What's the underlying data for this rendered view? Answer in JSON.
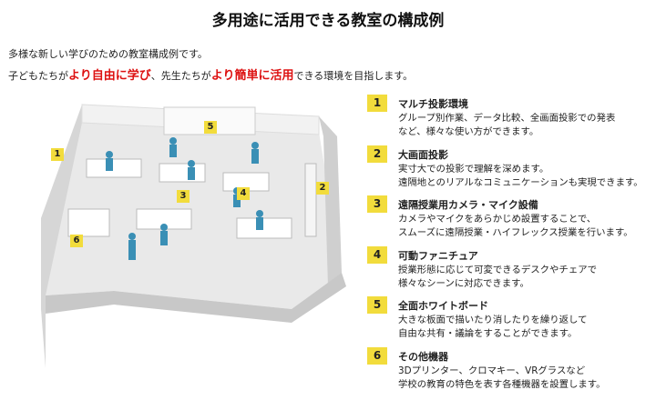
{
  "title": "多用途に活用できる教室の構成例",
  "intro": {
    "line1": "多様な新しい学びのための教室構成例です。",
    "line2_a": "子どもたちが",
    "line2_b": "より自由に学び",
    "line2_c": "、先生たちが",
    "line2_d": "より簡単に活用",
    "line2_e": "できる環境を目指します。"
  },
  "markers": [
    "1",
    "2",
    "3",
    "4",
    "5",
    "6"
  ],
  "items": [
    {
      "num": "1",
      "title": "マルチ投影環境",
      "desc1": "グループ別作業、データ比較、全画面投影での発表",
      "desc2": "など、様々な使い方ができます。"
    },
    {
      "num": "2",
      "title": "大画面投影",
      "desc1": "実寸大での投影で理解を深めます。",
      "desc2": "遠隔地とのリアルなコミュニケーションも実現できます。"
    },
    {
      "num": "3",
      "title": "遠隔授業用カメラ・マイク設備",
      "desc1": "カメラやマイクをあらかじめ設置することで、",
      "desc2": "スムーズに遠隔授業・ハイフレックス授業を行います。"
    },
    {
      "num": "4",
      "title": "可動ファニチュア",
      "desc1": "授業形態に応じて可変できるデスクやチェアで",
      "desc2": "様々なシーンに対応できます。"
    },
    {
      "num": "5",
      "title": "全面ホワイトボード",
      "desc1": "大きな板面で描いたり消したりを繰り返して",
      "desc2": "自由な共有・議論をすることができます。"
    },
    {
      "num": "6",
      "title": "その他機器",
      "desc1": "3Dプリンター、クロマキー、VRグラスなど",
      "desc2": "学校の教育の特色を表す各種機器を設置します。"
    }
  ],
  "colors": {
    "accent": "#f2dc3c",
    "highlight": "#dd1111",
    "figure": "#3a8fb5"
  }
}
